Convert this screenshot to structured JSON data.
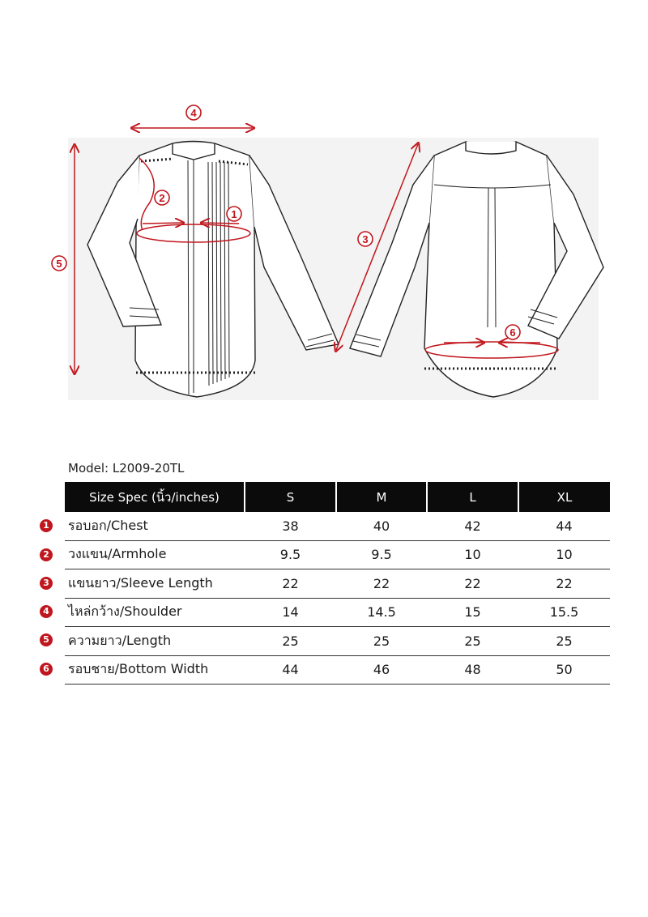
{
  "model_label": "Model: L2009-20TL",
  "table": {
    "columns": [
      "Size Spec (นิ้ว/inches)",
      "S",
      "M",
      "L",
      "XL"
    ],
    "rows": [
      {
        "num": "1",
        "label": "รอบอก/Chest",
        "S": "38",
        "M": "40",
        "L": "42",
        "XL": "44"
      },
      {
        "num": "2",
        "label": "วงแขน/Armhole",
        "S": "9.5",
        "M": "9.5",
        "L": "10",
        "XL": "10"
      },
      {
        "num": "3",
        "label": "แขนยาว/Sleeve Length",
        "S": "22",
        "M": "22",
        "L": "22",
        "XL": "22"
      },
      {
        "num": "4",
        "label": "ไหล่กว้าง/Shoulder",
        "S": "14",
        "M": "14.5",
        "L": "15",
        "XL": "15.5"
      },
      {
        "num": "5",
        "label": "ความยาว/Length",
        "S": "25",
        "M": "25",
        "L": "25",
        "XL": "25"
      },
      {
        "num": "6",
        "label": "รอบชาย/Bottom Width",
        "S": "44",
        "M": "46",
        "L": "48",
        "XL": "50"
      }
    ]
  },
  "diagram_markers": [
    "1",
    "2",
    "3",
    "4",
    "5",
    "6"
  ],
  "colors": {
    "accent": "#c0161d",
    "header_bg": "#0b0b0b",
    "line": "#222222"
  }
}
